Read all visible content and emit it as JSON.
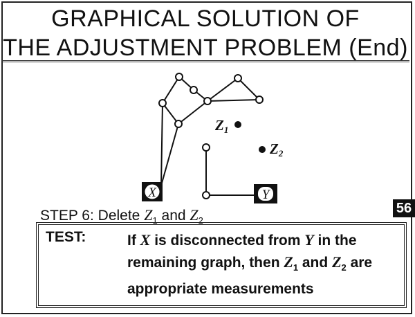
{
  "slide": {
    "title_line1": "GRAPHICAL SOLUTION OF",
    "title_line2": "THE ADJUSTMENT PROBLEM (End)",
    "page_number": "56"
  },
  "graph": {
    "node_x_label": "X",
    "node_y_label": "Y",
    "z1_label": "Z",
    "z1_sub": "1",
    "z2_label": "Z",
    "z2_sub": "2"
  },
  "step": {
    "prefix": "STEP 6:  Delete ",
    "var1": "Z",
    "sub1": "1",
    "mid": " and ",
    "var2": "Z",
    "sub2": "2"
  },
  "test": {
    "label": "TEST:",
    "part1": "If ",
    "var_x": "X",
    "part2": " is disconnected from ",
    "var_y": "Y",
    "part3": " in the remaining graph, then ",
    "var_z1": "Z",
    "sub1": "1",
    "part4": " and ",
    "var_z2": "Z",
    "sub2": "2",
    "part5": " are appropriate measurements"
  },
  "colors": {
    "ink": "#111111",
    "background": "#ffffff"
  }
}
